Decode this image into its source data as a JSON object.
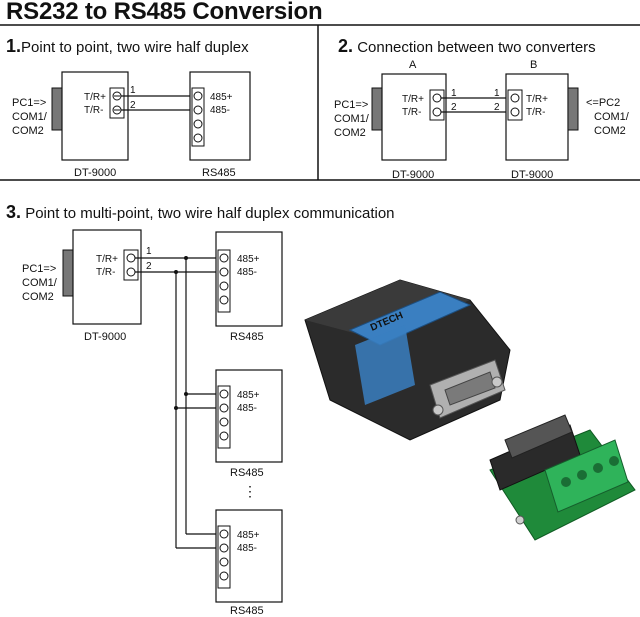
{
  "page_title": "RS232 to RS485 Conversion",
  "sections": [
    {
      "number": "1.",
      "title": "Point to point, two wire half duplex"
    },
    {
      "number": "2.",
      "title": "Connection between two converters"
    },
    {
      "number": "3.",
      "title": "Point to multi-point, two wire half duplex communication"
    }
  ],
  "labels": {
    "pc1": [
      "PC1=>",
      "COM1/",
      "COM2"
    ],
    "pc2": [
      "<=PC2",
      "COM1/",
      "COM2"
    ],
    "converter_name": "DT-9000",
    "rs485_name": "RS485",
    "pin_tr_plus": "T/R+",
    "pin_tr_minus": "T/R-",
    "pin_485_plus": "485+",
    "pin_485_minus": "485-",
    "wire_1": "1",
    "wire_2": "2",
    "conv_a": "A",
    "conv_b": "B",
    "ellipsis": "⋮"
  },
  "product_photo": {
    "brand": "DTECH"
  },
  "colors": {
    "line": "#111111",
    "device_body": "#2b2b2b",
    "label_blue": "#3a7fc1",
    "terminal_green": "#2fb35a",
    "pcb_green": "#1f8a3a"
  }
}
